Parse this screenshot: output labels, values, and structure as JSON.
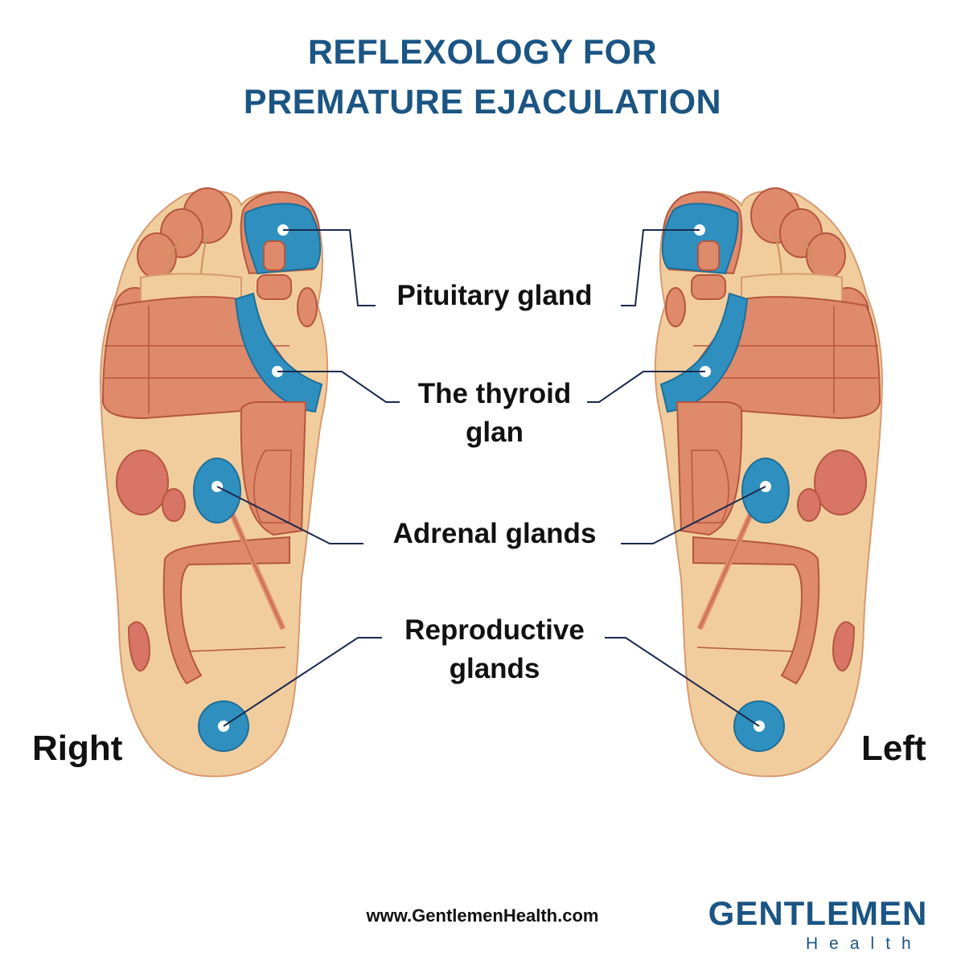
{
  "title": {
    "line1": "REFLEXOLOGY FOR",
    "line2": "PREMATURE EJACULATION"
  },
  "labels": {
    "pituitary": "Pituitary gland",
    "thyroid_line1": "The thyroid",
    "thyroid_line2": "glan",
    "adrenal": "Adrenal glands",
    "reproductive_line1": "Reproductive",
    "reproductive_line2": "glands"
  },
  "sides": {
    "right": "Right",
    "left": "Left"
  },
  "footer": {
    "url": "www.GentlemenHealth.com",
    "logo_word": "GENTLEMEN",
    "logo_sub": "Health"
  },
  "colors": {
    "title": "#1b5583",
    "skin": "#f1cd9e",
    "zone": "#df8a6b",
    "zone_dark": "#d97566",
    "highlight": "#2f90c0",
    "leader": "#1b2a4e"
  },
  "icons": [
    "reflexology-foot-right",
    "reflexology-foot-left",
    "gentlemen-health-logo"
  ]
}
